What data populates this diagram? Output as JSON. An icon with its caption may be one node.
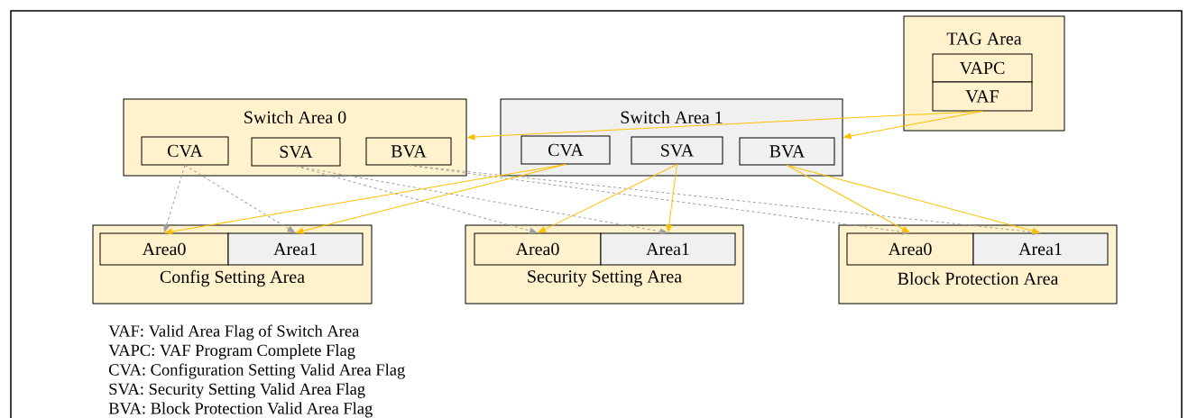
{
  "diagram": {
    "nodes": [
      {
        "text": [
          "TAG Area"
        ]
      },
      {
        "text": [
          "VAPC"
        ],
        "in": 0
      },
      {
        "text": [
          "VAF"
        ],
        "in": 0
      },
      {
        "text": [
          "Switch Area 0"
        ]
      },
      {
        "text": [
          "CVA"
        ],
        "in": 3
      },
      {
        "text": [
          "SVA"
        ],
        "in": 3
      },
      {
        "text": [
          "BVA"
        ],
        "in": 3
      },
      {
        "text": [
          "Switch Area 1"
        ]
      },
      {
        "text": [
          "CVA"
        ],
        "in": 7
      },
      {
        "text": [
          "SVA"
        ],
        "in": 7
      },
      {
        "text": [
          "BVA"
        ],
        "in": 7
      },
      {
        "text": [
          "Config Setting Area"
        ]
      },
      {
        "text": [
          "Area0"
        ],
        "in": 11
      },
      {
        "text": [
          "Area1"
        ],
        "in": 11
      },
      {
        "text": [
          "Security Setting Area"
        ]
      },
      {
        "text": [
          "Area0"
        ],
        "in": 14
      },
      {
        "text": [
          "Area1"
        ],
        "in": 14
      },
      {
        "text": [
          "Block Protection Area"
        ]
      },
      {
        "text": [
          "Area0"
        ],
        "in": 17
      },
      {
        "text": [
          "Area1"
        ],
        "in": 17
      }
    ],
    "edges": [
      {
        "from": 2,
        "to": 3,
        "arrow": "to",
        "color": "#ffbf00"
      },
      {
        "from": 2,
        "to": 7,
        "arrow": "to",
        "color": "#ffbf00"
      },
      {
        "from": 4,
        "to": 12,
        "arrow": "to",
        "style": "dashed",
        "color": "#a0a0a0"
      },
      {
        "from": 4,
        "to": 13,
        "arrow": "to",
        "style": "dashed",
        "color": "#a0a0a0"
      },
      {
        "from": 5,
        "to": 15,
        "arrow": "to",
        "style": "dashed",
        "color": "#a0a0a0"
      },
      {
        "from": 5,
        "to": 16,
        "arrow": "to",
        "style": "dashed",
        "color": "#a0a0a0"
      },
      {
        "from": 6,
        "to": 18,
        "arrow": "to",
        "style": "dashed",
        "color": "#a0a0a0"
      },
      {
        "from": 6,
        "to": 19,
        "arrow": "to",
        "style": "dashed",
        "color": "#a0a0a0"
      },
      {
        "from": 8,
        "to": 12,
        "arrow": "to",
        "color": "#ffbf00"
      },
      {
        "from": 8,
        "to": 13,
        "arrow": "to",
        "color": "#ffbf00"
      },
      {
        "from": 9,
        "to": 15,
        "arrow": "to",
        "color": "#ffbf00"
      },
      {
        "from": 9,
        "to": 16,
        "arrow": "to",
        "color": "#ffbf00"
      },
      {
        "from": 10,
        "to": 18,
        "arrow": "to",
        "color": "#ffbf00"
      },
      {
        "from": 10,
        "to": 19,
        "arrow": "to",
        "color": "#ffbf00"
      }
    ],
    "labels": [
      "VAF: Valid Area Flag of Switch Area",
      "VAPC: VAF Program Complete Flag",
      "CVA: Configuration Setting Valid Area Flag",
      "SVA: Security Setting Valid Area Flag",
      "BVA: Block Protection Valid Area Flag"
    ]
  }
}
